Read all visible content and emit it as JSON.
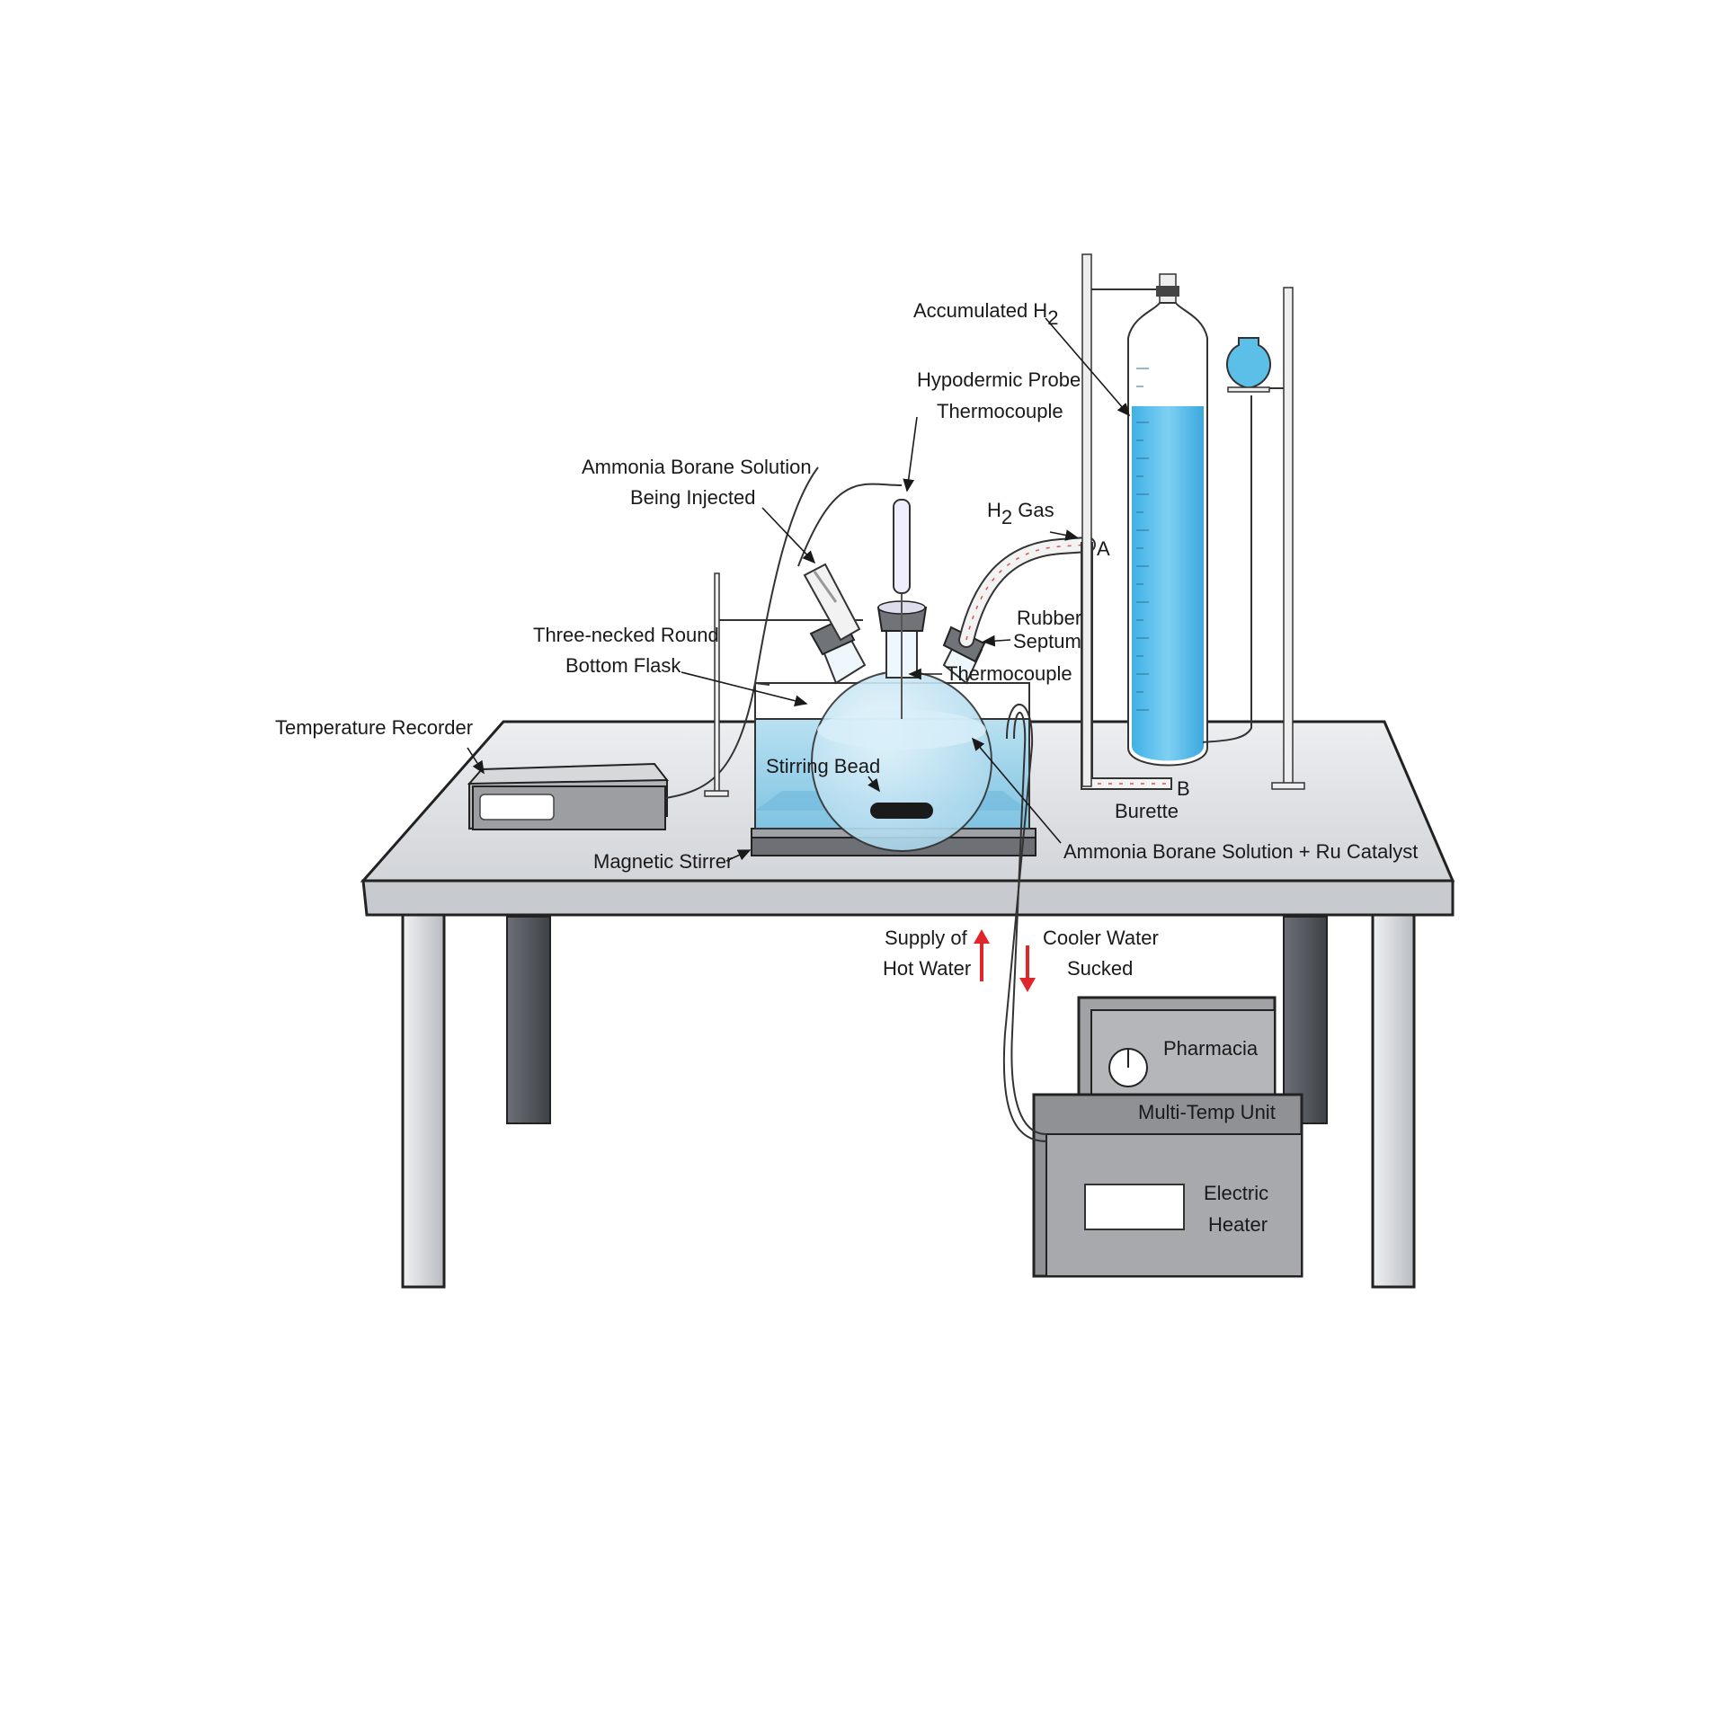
{
  "labels": {
    "accumulated_h2": "Accumulated H",
    "accumulated_h2_sub": "2",
    "hypodermic_probe_line1": "Hypodermic Probe",
    "hypodermic_probe_line2": "Thermocouple",
    "ammonia_injected_line1": "Ammonia Borane Solution",
    "ammonia_injected_line2": "Being Injected",
    "h2_gas_prefix": "H",
    "h2_gas_sub": "2",
    "h2_gas_suffix": " Gas",
    "point_a": "A",
    "point_b": "B",
    "rubber_septum_line1": "Rubber",
    "rubber_septum_line2": "Septum",
    "three_necked_line1": "Three-necked Round",
    "three_necked_line2": "Bottom Flask",
    "thermocouple": "Thermocouple",
    "temperature_recorder": "Temperature Recorder",
    "stirring_bead": "Stirring Bead",
    "burette": "Burette",
    "magnetic_stirrer": "Magnetic Stirrer",
    "ammonia_catalyst": "Ammonia Borane Solution + Ru Catalyst",
    "supply_line1": "Supply of",
    "supply_line2": "Hot Water",
    "cooler_line1": "Cooler Water",
    "cooler_line2": "Sucked",
    "pharmacia": "Pharmacia",
    "multi_temp": "Multi-Temp Unit",
    "electric_line1": "Electric",
    "electric_line2": "Heater"
  },
  "colors": {
    "water": "#5bbfe8",
    "bath": "#a8d8ec",
    "table_top": "#dde0e4",
    "device_gray": "#9c9ea1",
    "arrow_red": "#e0262b",
    "gas_line": "#d9534f"
  }
}
